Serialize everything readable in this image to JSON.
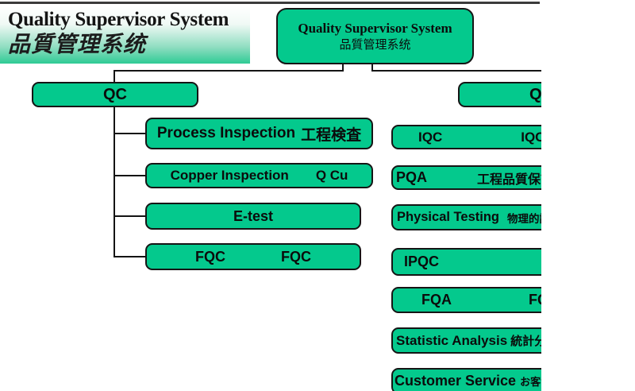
{
  "slide": {
    "top_header": {
      "title_en": "Quality Supervisor System",
      "title_jp": "品質管理系统"
    },
    "root_node": {
      "title_en": "Quality Supervisor System",
      "title_jp": "品質管理系统"
    },
    "qc_branch": {
      "label": "QC",
      "children": [
        {
          "en": "Process Inspection",
          "jp": "工程検査"
        },
        {
          "en": "Copper Inspection",
          "jp": "Q Cu"
        },
        {
          "en": "E-test",
          "jp": ""
        },
        {
          "en": "FQC",
          "jp": "FQC"
        }
      ]
    },
    "qa_branch": {
      "label": "QA",
      "children": [
        {
          "en": "IQC",
          "jp": "IQC"
        },
        {
          "en": "PQA",
          "jp": "工程品質保証"
        },
        {
          "en": "Physical Testing",
          "jp": "物理的試験"
        },
        {
          "en": "IPQC",
          "jp": ""
        },
        {
          "en": "FQA",
          "jp": "FQA"
        },
        {
          "en": "Statistic Analysis",
          "jp": "統計分析"
        },
        {
          "en": "Customer Service",
          "jp": "お客サービス"
        }
      ]
    },
    "colors": {
      "node_fill": "#04C98D",
      "band_gradient_end": "#2FCB95",
      "connector": "#141414",
      "border": "#151515"
    }
  }
}
